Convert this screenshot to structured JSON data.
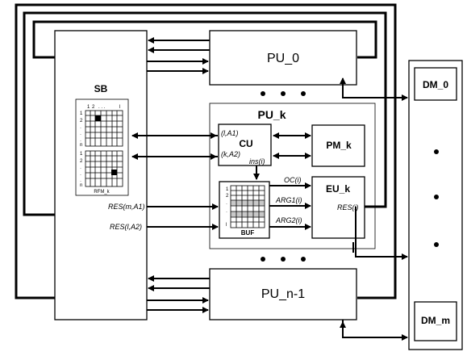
{
  "units": {
    "sb": "SB",
    "pu_0": "PU_0",
    "pu_k": "PU_k",
    "pu_n1": "PU_n-1",
    "cu": "CU",
    "pm": "PM_k",
    "eu": "EU_k",
    "buf": "BUF",
    "dm_0": "DM_0",
    "dm_m": "DM_m",
    "rfm": "RFM_k"
  },
  "signals": {
    "cu_in1": "(l,A1)",
    "cu_in2": "(k,A2)",
    "ins": "ins(i)",
    "oc": "OC(i)",
    "arg1": "ARG1(i)",
    "arg2": "ARG2(i)",
    "res_eu": "RES(i)",
    "res_sb1": "RES(m,A1)",
    "res_sb2": "RES(l,A2)"
  },
  "rfm_header": {
    "cols": [
      "1",
      "2",
      ". . .",
      "l"
    ],
    "rows": [
      "1",
      "2",
      "·",
      "·",
      "·",
      "n"
    ]
  },
  "buf_rows": [
    "1",
    "2",
    "·",
    "·",
    "l"
  ]
}
